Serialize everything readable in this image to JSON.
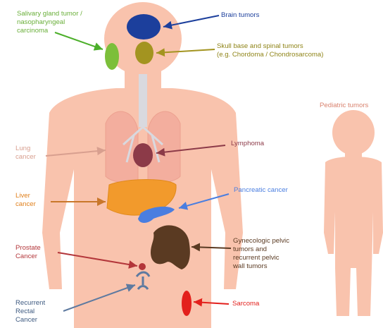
{
  "labels": {
    "salivary": "Salivary gland tumor /\nnasopharyngeal\ncarcinoma",
    "brain": "Brain tumors",
    "skull": "Skull base and spinal tumors\n(e.g. Chordoma / Chondrosarcoma)",
    "pediatric": "Pediatric tumors",
    "lung": "Lung\ncancer",
    "lymphoma": "Lymphoma",
    "liver": "Liver\ncancer",
    "pancreatic": "Pancreatic cancer",
    "prostate": "Prostate\nCancer",
    "gyneco": "Gynecologic pelvic\ntumors and\nrecurrent pelvic\nwall tumors",
    "rectal": "Recurrent\nRectal\nCancer",
    "sarcoma": "Sarcoma"
  },
  "colors": {
    "skin": "#f9c3ad",
    "skin_dark": "#f0a58c",
    "brain": "#1c3f9c",
    "salivary": "#7cbf3a",
    "skull": "#a39420",
    "lung_label": "#d89f8f",
    "lymphoma": "#8c3a48",
    "liver": "#f29a2c",
    "pancreatic": "#4a7ee0",
    "prostate": "#b3363a",
    "gyneco": "#5a3a22",
    "rectal": "#5e7aa0",
    "sarcoma": "#e3201c",
    "pediatric": "#e08a76"
  }
}
